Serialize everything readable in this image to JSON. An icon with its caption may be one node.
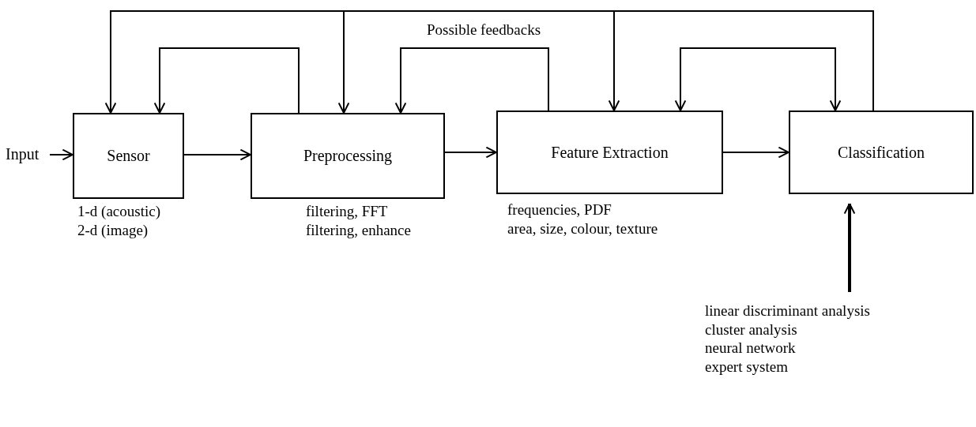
{
  "diagram": {
    "nodes": [
      {
        "text": [
          "Input"
        ]
      },
      {
        "text": [
          "Sensor"
        ],
        "beside": [
          "1-d (acoustic)",
          "2-d (image)"
        ]
      },
      {
        "text": [
          "Preprocessing"
        ],
        "beside": [
          "filtering, FFT",
          "filtering, enhance"
        ]
      },
      {
        "text": [
          "Feature Extraction"
        ],
        "beside": [
          "frequencies, PDF",
          "area, size, colour, texture"
        ]
      },
      {
        "text": [
          "Classification"
        ]
      },
      {
        "text": [
          "linear discriminant analysis",
          "cluster analysis",
          "neural network",
          "expert system"
        ]
      }
    ],
    "edges": [
      {
        "from": 0,
        "to": 1,
        "arrow": "to"
      },
      {
        "from": 1,
        "to": 2,
        "arrow": "to"
      },
      {
        "from": 2,
        "to": 3,
        "arrow": "to"
      },
      {
        "from": 3,
        "to": 4,
        "arrow": "to"
      },
      {
        "from": 2,
        "to": 1,
        "arrow": "to"
      },
      {
        "from": 3,
        "to": 2,
        "arrow": "to"
      },
      {
        "from": 3,
        "to": 4,
        "arrow": "both"
      },
      {
        "from": 4,
        "to": 1,
        "arrow": "to"
      },
      {
        "from": 4,
        "to": 2,
        "arrow": "to"
      },
      {
        "from": 4,
        "to": 3,
        "arrow": "to"
      },
      {
        "from": 5,
        "to": 4,
        "arrow": "to",
        "style": "thick"
      }
    ],
    "labels": [
      "Possible feedbacks"
    ]
  }
}
